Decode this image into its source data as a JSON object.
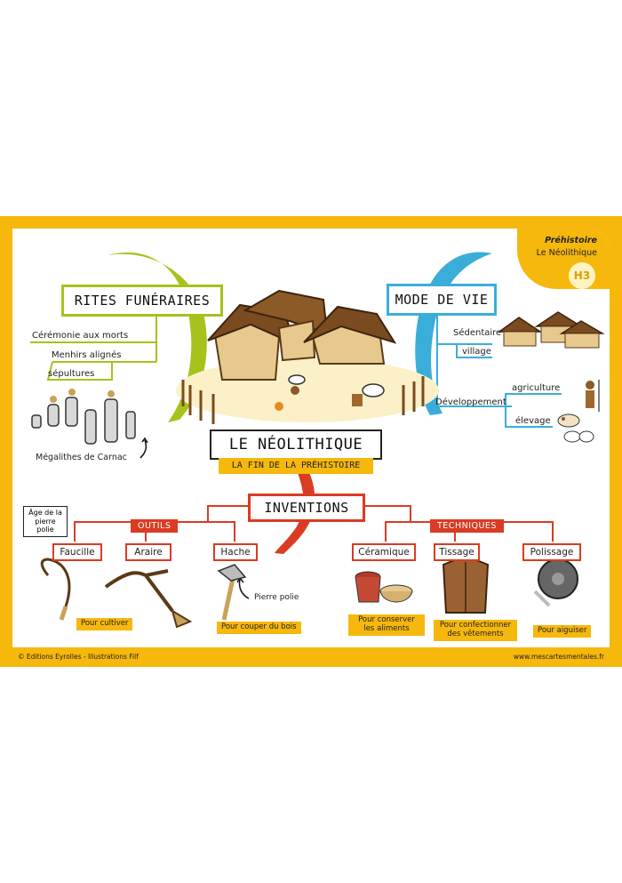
{
  "header": {
    "subject": "Préhistoire",
    "topic": "Le Néolithique",
    "code": "H3"
  },
  "center": {
    "title": "LE NÉOLITHIQUE",
    "subtitle": "LA FIN DE LA PRÉHISTOIRE"
  },
  "rites": {
    "title": "RITES FUNÉRAIRES",
    "items": [
      "Cérémonie aux morts",
      "Menhirs alignés",
      "sépultures"
    ],
    "note": "Mégalithes de Carnac"
  },
  "mode": {
    "title": "MODE DE VIE",
    "items": [
      "Sédentaire",
      "village",
      "Développement",
      "agriculture",
      "élevage"
    ]
  },
  "inventions": {
    "title": "INVENTIONS",
    "age_note": "Âge de la pierre polie",
    "outils": {
      "label": "OUTILS",
      "items": [
        "Faucille",
        "Araire",
        "Hache"
      ],
      "stone_note": "Pierre polie",
      "uses": [
        "Pour cultiver",
        "Pour couper du bois"
      ]
    },
    "techniques": {
      "label": "TECHNIQUES",
      "items": [
        "Céramique",
        "Tissage",
        "Polissage"
      ],
      "uses": [
        "Pour conserver les aliments",
        "Pour confectionner des vêtements",
        "Pour aiguiser"
      ]
    }
  },
  "footer": {
    "left": "© Editions Eyrolles - Illustrations Filf",
    "right": "www.mescartesmentales.fr"
  },
  "colors": {
    "frame": "#f6b80c",
    "rites": "#a7c21c",
    "mode": "#3aaed8",
    "inventions": "#d93c22"
  }
}
